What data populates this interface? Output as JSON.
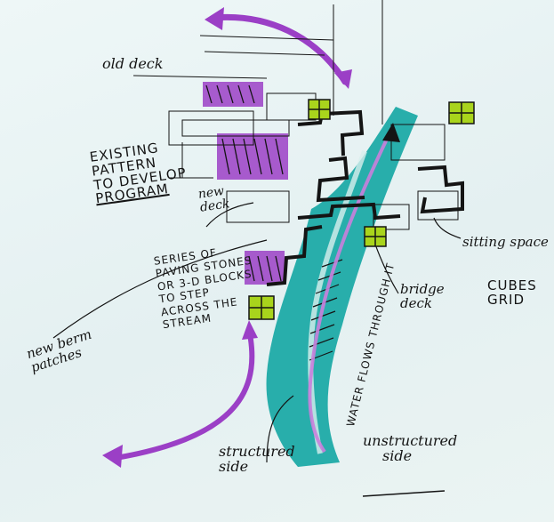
{
  "labels": {
    "old_deck": "old deck",
    "existing_pattern": "EXISTING PATTERN TO DEVELOP PROGRAM",
    "existing_pattern_lines": [
      "EXISTING",
      "PATTERN",
      "TO DEVELOP",
      "PROGRAM"
    ],
    "new_deck_lines": [
      "new",
      "deck"
    ],
    "series_of_paving": "SERIES OF PAVING STONES OR 3-D BLOCKS TO STEP ACROSS THE STREAM",
    "series_lines": [
      "SERIES OF",
      "PAVING STONES",
      "OR 3-D BLOCKS",
      "TO STEP",
      "ACROSS THE",
      "STREAM"
    ],
    "new_berm_patches_lines": [
      "new berm",
      "patches"
    ],
    "sitting_space": "sitting space",
    "bridge_deck_lines": [
      "bridge",
      "deck"
    ],
    "cubes_grid_lines": [
      "CUBES",
      "GRID"
    ],
    "water_flows": "WATER FLOWS THROUGH IT",
    "structured_side_lines": [
      "structured",
      "side"
    ],
    "unstructured_side_lines": [
      "unstructured",
      "side"
    ]
  },
  "colors": {
    "teal": "#13a6a3",
    "purple": "#9b3fc6",
    "lime": "#a9d41c",
    "ink": "#141414",
    "paper": "#e9f3f3"
  }
}
